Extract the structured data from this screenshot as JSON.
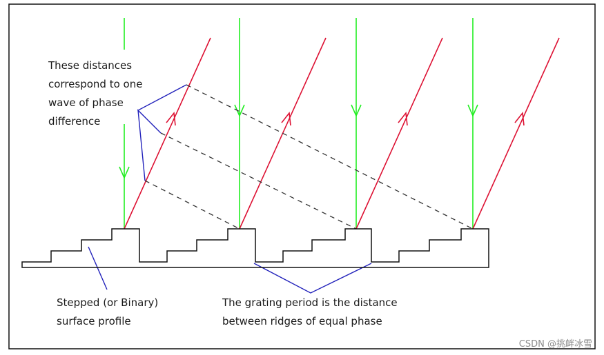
{
  "annotations": {
    "phase_distance_lines": [
      "These distances",
      "correspond to one",
      "wave of phase",
      "difference"
    ],
    "surface_profile_lines": [
      "Stepped (or Binary)",
      "surface profile"
    ],
    "grating_period_lines": [
      "The grating period is the distance",
      "between ridges of equal phase"
    ]
  },
  "watermark": "CSDN @挑衅冰雪",
  "colors": {
    "incident_ray": "#22ee22",
    "diffracted_ray": "#dd1133",
    "wavefront": "#333333",
    "pointer": "#2222bb",
    "profile": "#111111",
    "frame": "#111111"
  }
}
